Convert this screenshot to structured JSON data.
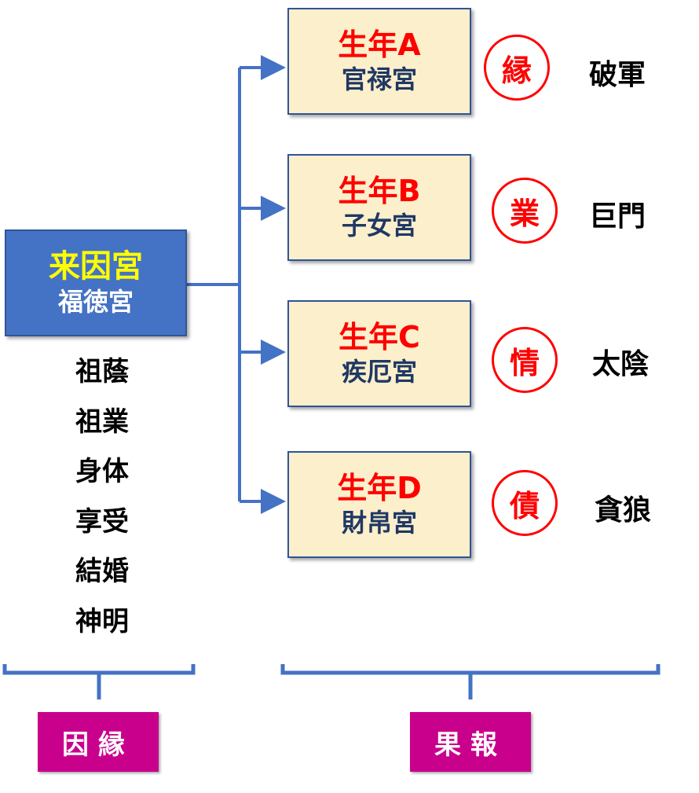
{
  "source": {
    "title": "来因宮",
    "subtitle": "福徳宮"
  },
  "attributes": [
    "祖蔭",
    "祖業",
    "身体",
    "享受",
    "結婚",
    "神明"
  ],
  "targets": [
    {
      "title": "生年A",
      "palace": "官禄宮",
      "mark": "縁",
      "star": "破軍"
    },
    {
      "title": "生年B",
      "palace": "子女宮",
      "mark": "業",
      "star": "巨門"
    },
    {
      "title": "生年C",
      "palace": "疾厄宮",
      "mark": "情",
      "star": "太陰"
    },
    {
      "title": "生年D",
      "palace": "財帛宮",
      "mark": "債",
      "star": "貪狼"
    }
  ],
  "labels": {
    "cause": "因縁",
    "effect": "果報"
  },
  "colors": {
    "source_fill": "#4472c4",
    "source_title": "#ffff00",
    "target_fill": "#fcefcb",
    "target_title": "#ff0000",
    "target_palace": "#1f3864",
    "connector": "#4472c4",
    "label_fill": "#c8008c"
  }
}
